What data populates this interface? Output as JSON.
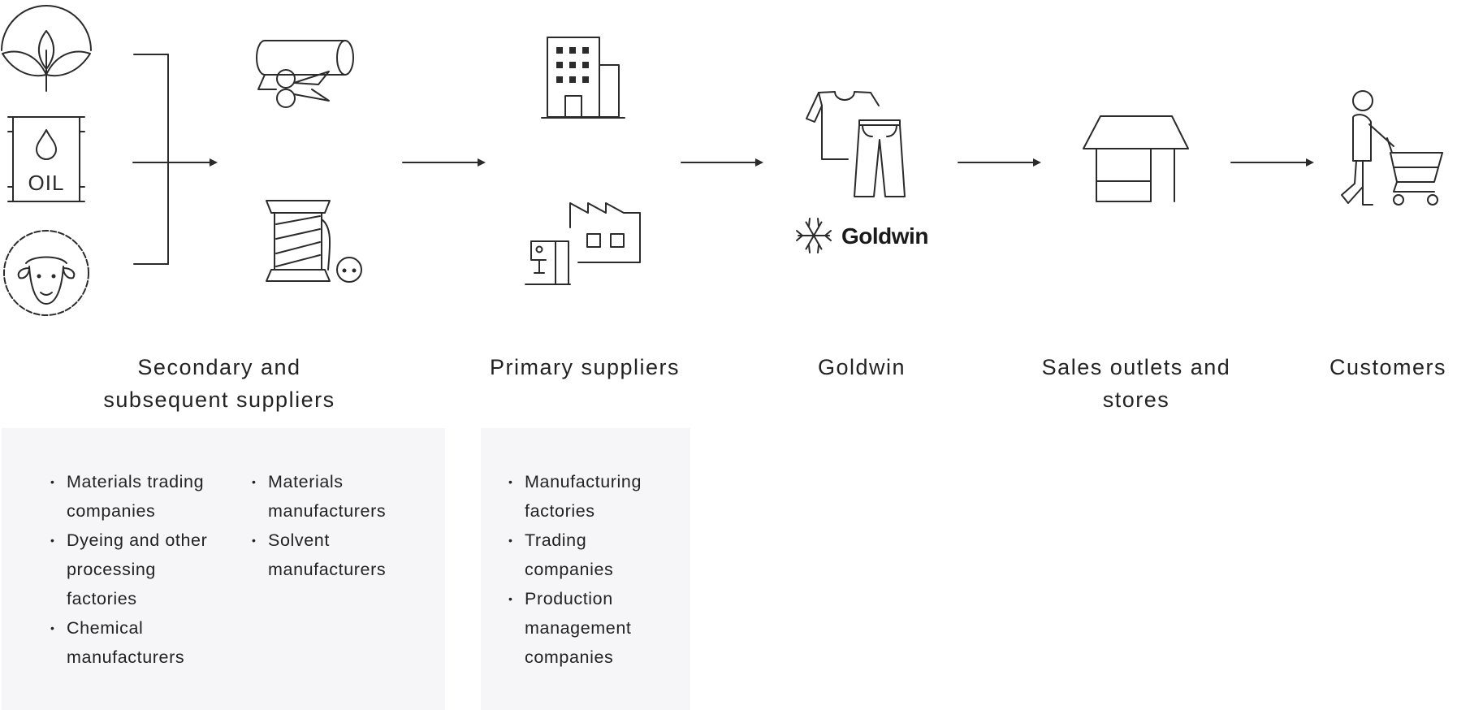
{
  "stages": [
    {
      "label": "Secondary and subsequent suppliers"
    },
    {
      "label": "Primary suppliers"
    },
    {
      "label": "Goldwin"
    },
    {
      "label": "Sales outlets and stores"
    },
    {
      "label": "Customers"
    }
  ],
  "icons": {
    "oil_barrel_text": "OIL",
    "brand_logo_text": "Goldwin"
  },
  "panels": {
    "secondary": {
      "col1": [
        "Materials trading companies",
        "Dyeing and other processing factories",
        "Chemical manufacturers"
      ],
      "col2": [
        "Materials manufacturers",
        "Solvent manufacturers"
      ]
    },
    "primary": {
      "col1": [
        "Manufacturing factories",
        "Trading companies",
        "Production management companies"
      ]
    }
  },
  "colors": {
    "line": "#2b2b2b",
    "text": "#222222",
    "panel_bg": "#f6f6f8"
  }
}
